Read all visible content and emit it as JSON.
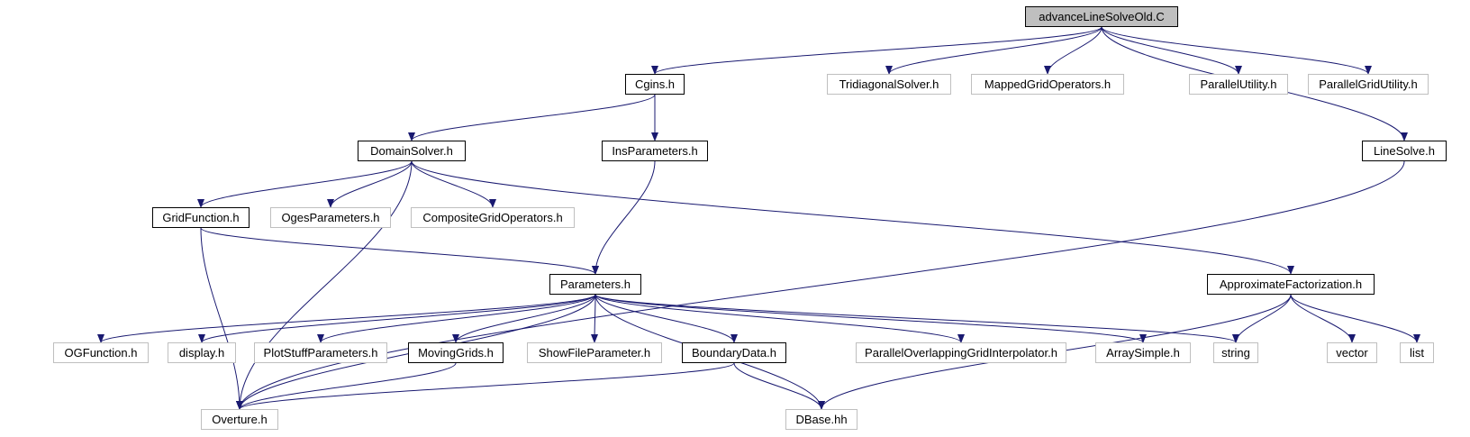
{
  "diagram": {
    "edge_color": "#191970",
    "nodes": {
      "advanceLineSolveOld": {
        "label": "advanceLineSolveOld.C",
        "kind": "root"
      },
      "cgins": {
        "label": "Cgins.h",
        "kind": "linked"
      },
      "tridiagonal": {
        "label": "TridiagonalSolver.h",
        "kind": "external"
      },
      "mappedGridOps": {
        "label": "MappedGridOperators.h",
        "kind": "external"
      },
      "parallelUtility": {
        "label": "ParallelUtility.h",
        "kind": "external"
      },
      "parallelGridUtility": {
        "label": "ParallelGridUtility.h",
        "kind": "external"
      },
      "domainSolver": {
        "label": "DomainSolver.h",
        "kind": "linked"
      },
      "insParameters": {
        "label": "InsParameters.h",
        "kind": "linked"
      },
      "lineSolve": {
        "label": "LineSolve.h",
        "kind": "linked"
      },
      "gridFunction": {
        "label": "GridFunction.h",
        "kind": "linked"
      },
      "ogesParameters": {
        "label": "OgesParameters.h",
        "kind": "external"
      },
      "compositeGridOps": {
        "label": "CompositeGridOperators.h",
        "kind": "external"
      },
      "parameters": {
        "label": "Parameters.h",
        "kind": "linked"
      },
      "approxFactorization": {
        "label": "ApproximateFactorization.h",
        "kind": "linked"
      },
      "ogFunction": {
        "label": "OGFunction.h",
        "kind": "external"
      },
      "display": {
        "label": "display.h",
        "kind": "external"
      },
      "plotStuff": {
        "label": "PlotStuffParameters.h",
        "kind": "external"
      },
      "movingGrids": {
        "label": "MovingGrids.h",
        "kind": "linked"
      },
      "showFile": {
        "label": "ShowFileParameter.h",
        "kind": "external"
      },
      "boundaryData": {
        "label": "BoundaryData.h",
        "kind": "linked"
      },
      "parallelOverlapping": {
        "label": "ParallelOverlappingGridInterpolator.h",
        "kind": "external"
      },
      "arraySimple": {
        "label": "ArraySimple.h",
        "kind": "external"
      },
      "string": {
        "label": "string",
        "kind": "external"
      },
      "vector": {
        "label": "vector",
        "kind": "external"
      },
      "list": {
        "label": "list",
        "kind": "external"
      },
      "overture": {
        "label": "Overture.h",
        "kind": "external"
      },
      "dbase": {
        "label": "DBase.hh",
        "kind": "external"
      }
    },
    "edges": [
      [
        "advanceLineSolveOld",
        "cgins"
      ],
      [
        "advanceLineSolveOld",
        "tridiagonal"
      ],
      [
        "advanceLineSolveOld",
        "mappedGridOps"
      ],
      [
        "advanceLineSolveOld",
        "parallelUtility"
      ],
      [
        "advanceLineSolveOld",
        "parallelGridUtility"
      ],
      [
        "advanceLineSolveOld",
        "lineSolve"
      ],
      [
        "cgins",
        "domainSolver"
      ],
      [
        "cgins",
        "insParameters"
      ],
      [
        "domainSolver",
        "overture"
      ],
      [
        "domainSolver",
        "gridFunction"
      ],
      [
        "domainSolver",
        "ogesParameters"
      ],
      [
        "domainSolver",
        "compositeGridOps"
      ],
      [
        "domainSolver",
        "approxFactorization"
      ],
      [
        "insParameters",
        "parameters"
      ],
      [
        "gridFunction",
        "overture"
      ],
      [
        "gridFunction",
        "parameters"
      ],
      [
        "parameters",
        "overture"
      ],
      [
        "parameters",
        "ogFunction"
      ],
      [
        "parameters",
        "display"
      ],
      [
        "parameters",
        "plotStuff"
      ],
      [
        "parameters",
        "movingGrids"
      ],
      [
        "parameters",
        "showFile"
      ],
      [
        "parameters",
        "boundaryData"
      ],
      [
        "parameters",
        "dbase"
      ],
      [
        "parameters",
        "parallelOverlapping"
      ],
      [
        "parameters",
        "arraySimple"
      ],
      [
        "parameters",
        "string"
      ],
      [
        "movingGrids",
        "overture"
      ],
      [
        "boundaryData",
        "overture"
      ],
      [
        "boundaryData",
        "dbase"
      ],
      [
        "approxFactorization",
        "string"
      ],
      [
        "approxFactorization",
        "vector"
      ],
      [
        "approxFactorization",
        "list"
      ],
      [
        "approxFactorization",
        "dbase"
      ],
      [
        "lineSolve",
        "overture"
      ]
    ]
  }
}
